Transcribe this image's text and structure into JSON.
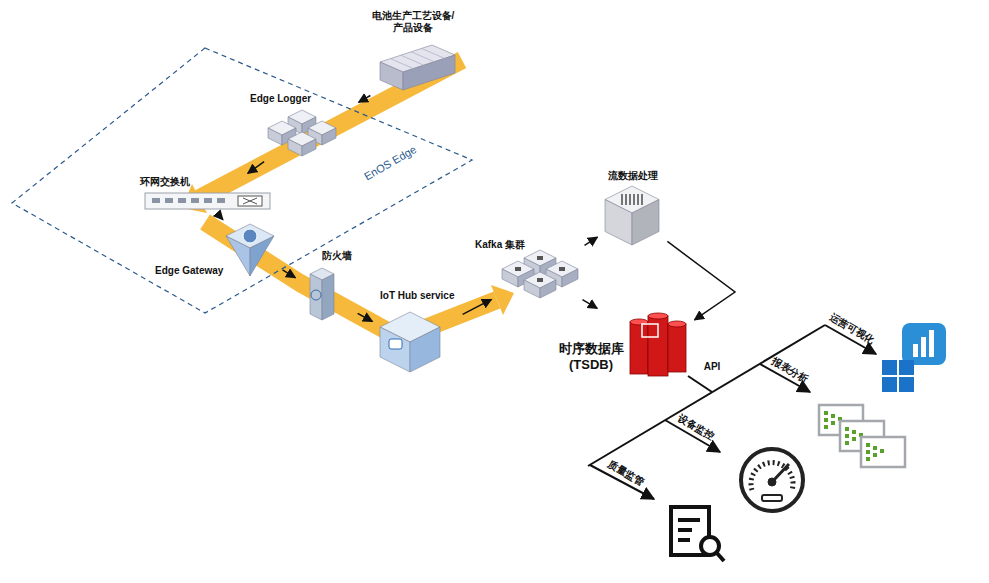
{
  "diagram": {
    "nodes": [
      {
        "text": [
          "EnOS Edge"
        ]
      },
      {
        "text": [
          "电池生产工艺设备/ 产品设备"
        ]
      },
      {
        "text": [
          "Edge Logger"
        ],
        "in": 0
      },
      {
        "text": [
          "环网交换机"
        ],
        "in": 0
      },
      {
        "text": [
          "Edge Gateway"
        ],
        "in": 0
      },
      {
        "text": [
          "防火墙"
        ]
      },
      {
        "text": [
          "IoT Hub service"
        ]
      },
      {
        "text": [
          "Kafka 集群"
        ]
      },
      {
        "text": [
          "流数据处理"
        ]
      },
      {
        "text": [
          "时序数据库 (TSDB)"
        ]
      }
    ],
    "edges": [
      {
        "from": 1,
        "to": 2,
        "arrow": "to"
      },
      {
        "from": 2,
        "to": 3,
        "arrow": "to"
      },
      {
        "from": 3,
        "to": 4,
        "arrow": "to"
      },
      {
        "from": 4,
        "to": 5,
        "arrow": "to"
      },
      {
        "from": 5,
        "to": 6,
        "arrow": "to"
      },
      {
        "from": 6,
        "to": 7,
        "arrow": "to"
      },
      {
        "from": 7,
        "to": 8,
        "arrow": "to"
      },
      {
        "from": 7,
        "to": 9,
        "arrow": "to"
      },
      {
        "from": 8,
        "to": 9,
        "arrow": "to"
      }
    ],
    "labels": [
      "API",
      "运营可视化",
      "报表分析",
      "设备监控",
      "质量监管"
    ]
  }
}
